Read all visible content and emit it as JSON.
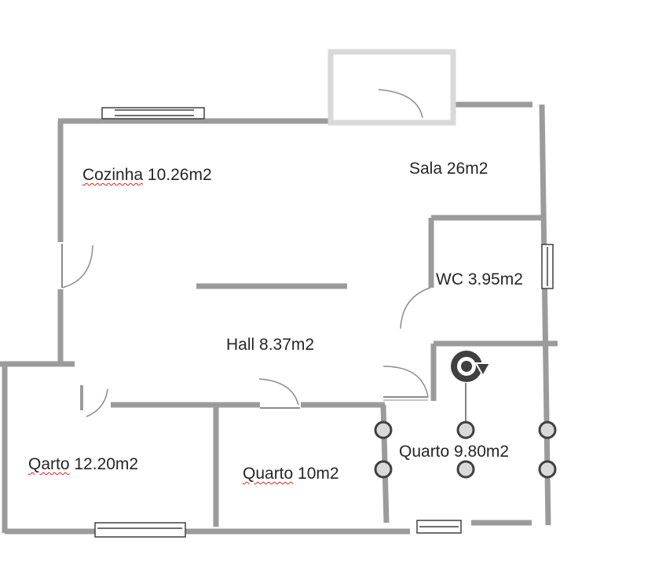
{
  "rooms": {
    "cozinha": {
      "name": "Cozinha",
      "area": "10.26m2",
      "spellcheck_flag": true
    },
    "sala": {
      "name": "Sala",
      "area": "26m2",
      "spellcheck_flag": false
    },
    "wc": {
      "name": "WC",
      "area": "3.95m2",
      "spellcheck_flag": false
    },
    "hall": {
      "name": "Hall",
      "area": "8.37m2",
      "spellcheck_flag": false
    },
    "qarto": {
      "name": "Qarto",
      "area": "12.20m2",
      "spellcheck_flag": true
    },
    "quarto_10": {
      "name": "Quarto",
      "area": "10m2",
      "spellcheck_flag": true
    },
    "quarto_980": {
      "name": "Quarto",
      "area": "9.80m2",
      "spellcheck_flag": false,
      "selected": true
    }
  },
  "colors": {
    "wall": "#9b9b9b",
    "light_wall": "#d9d9d9",
    "door": "#8c8c8c",
    "selection": "#595959",
    "spellcheck": "#d22222"
  },
  "icons": {
    "rotate_handle": "rotate-icon"
  }
}
